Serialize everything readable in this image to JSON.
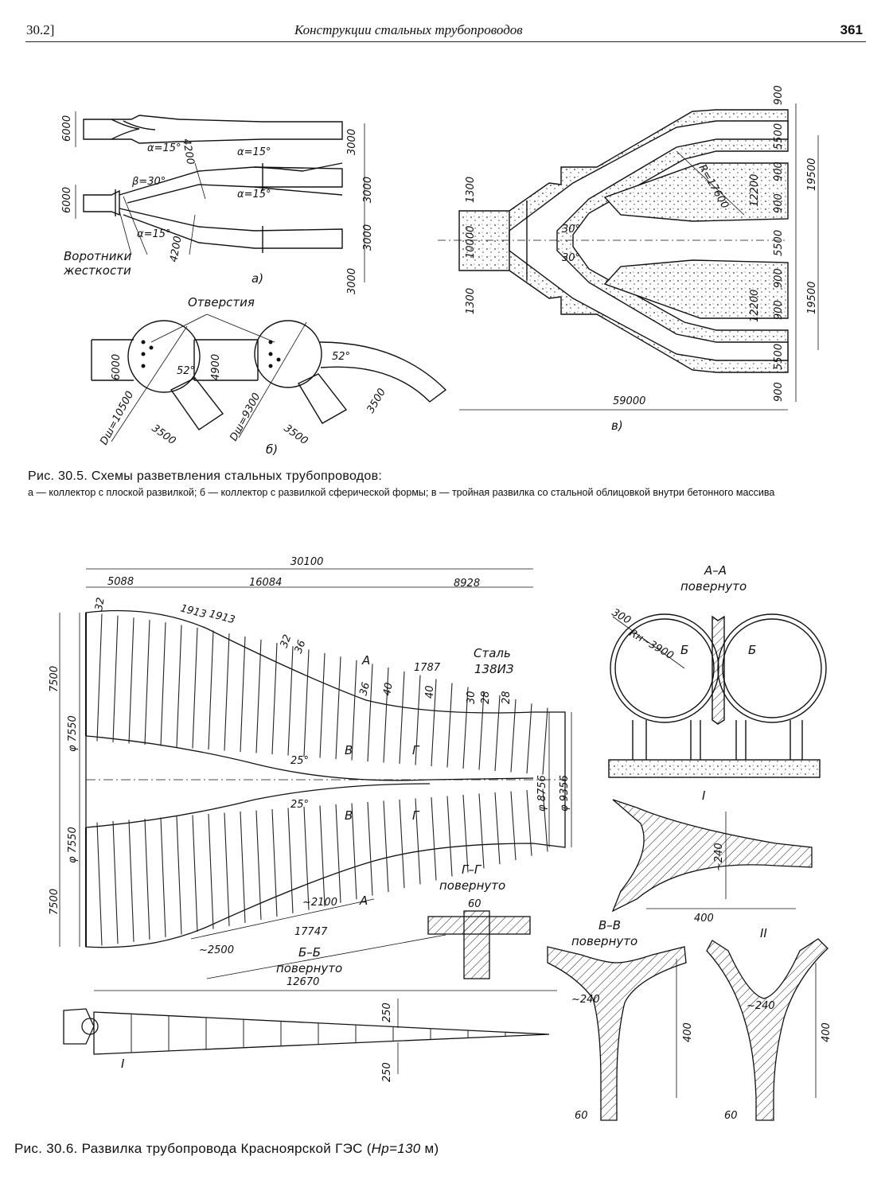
{
  "header": {
    "section": "30.2]",
    "title": "Конструкции стальных трубопроводов",
    "page_number": "361"
  },
  "figure_30_5": {
    "panel_a": {
      "label": "а)",
      "dims": [
        "6000",
        "6000",
        "3000",
        "3000",
        "3000",
        "3000",
        "4200",
        "4200"
      ],
      "angles": [
        "α=15°",
        "α=15°",
        "α=15°",
        "α=15°",
        "β=30°"
      ],
      "annotation_line1": "Воротники",
      "annotation_line2": "жесткости"
    },
    "panel_b": {
      "label": "б)",
      "holes_label": "Отверстия",
      "dims": [
        "6000",
        "4900",
        "3500",
        "3500",
        "3500"
      ],
      "diam1": "Dш=10500",
      "diam2": "Dш=9300",
      "angles": [
        "52°",
        "52°"
      ]
    },
    "panel_v": {
      "label": "в)",
      "dims": [
        "1300",
        "10000",
        "1300",
        "900",
        "5500",
        "900",
        "900",
        "5500",
        "900",
        "900",
        "5500",
        "900",
        "12200",
        "12200",
        "19500",
        "19500",
        "59000"
      ],
      "radius": "R=17600",
      "angles": [
        "30°",
        "30°"
      ]
    },
    "caption": "Рис. 30.5. Схемы разветвления стальных трубопроводов:",
    "legend": "а — коллектор с плоской развилкой; б — коллектор с развилкой сферической формы; в — тройная развилка со стальной облицовкой внутри бетонного массива"
  },
  "figure_30_6": {
    "dims_top": [
      "30100",
      "5088",
      "16084",
      "8928"
    ],
    "dims_spacing": [
      "1913",
      "1913",
      "32",
      "32",
      "36",
      "36",
      "40",
      "40",
      "30",
      "28",
      "28"
    ],
    "dim_1787": "1787",
    "steel_line1": "Сталь",
    "steel_line2": "138ИЗ",
    "dims_left": [
      "7500",
      "φ 7550",
      "φ 7550",
      "7500"
    ],
    "dims_right": [
      "φ 8756",
      "φ 9356"
    ],
    "angles": [
      "25°",
      "25°"
    ],
    "dims_bottom": [
      "~2100",
      "~2500",
      "17747",
      "12670"
    ],
    "section_bb_line1": "Б–Б",
    "section_bb_line2": "повернуто",
    "section_aa_line1": "А–А",
    "section_aa_line2": "повернуто",
    "aa_dims": [
      "300",
      "Rн~3900"
    ],
    "section_gg_line1": "Г–Г",
    "section_gg_line2": "повернуто",
    "gg_dim": "60",
    "detail_I": "I",
    "detail_I_dims": [
      "~240",
      "400"
    ],
    "section_vv_line1": "В–В",
    "section_vv_line2": "повернуто",
    "vv_dims": [
      "~240",
      "400",
      "60"
    ],
    "detail_II": "II",
    "detail_II_dims": [
      "~240",
      "400",
      "60"
    ],
    "bottom_dims": [
      "250",
      "250"
    ],
    "markers": [
      "А",
      "А",
      "В",
      "В",
      "Г",
      "Г",
      "Б",
      "Б"
    ],
    "caption_prefix": "Рис. 30.6. Развилка трубопровода Красноярской ГЭС (",
    "caption_hp": "Hр=130",
    "caption_suffix": " м)"
  }
}
